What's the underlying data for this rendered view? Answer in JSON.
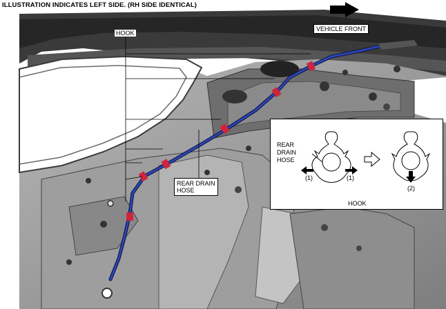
{
  "header": {
    "text": "ILLUSTRATION INDICATES LEFT SIDE. (RH SIDE IDENTICAL)"
  },
  "labels": {
    "hook": "HOOK",
    "vehicle_front": "VEHICLE FRONT",
    "rear_drain_hose_line1": "REAR DRAIN",
    "rear_drain_hose_line2": "HOSE"
  },
  "inset": {
    "hose_line1": "REAR",
    "hose_line2": "DRAIN",
    "hose_line3": "HOSE",
    "step1_left": "(1)",
    "step1_right": "(1)",
    "step2": "(2)",
    "caption": "HOOK"
  },
  "colors": {
    "hose": "#1f2f8a",
    "hook_clip": "#d0243c",
    "panel_dark": "#2a2a2a",
    "panel_mid": "#8c8c8c",
    "panel_light": "#c9c9c9"
  }
}
